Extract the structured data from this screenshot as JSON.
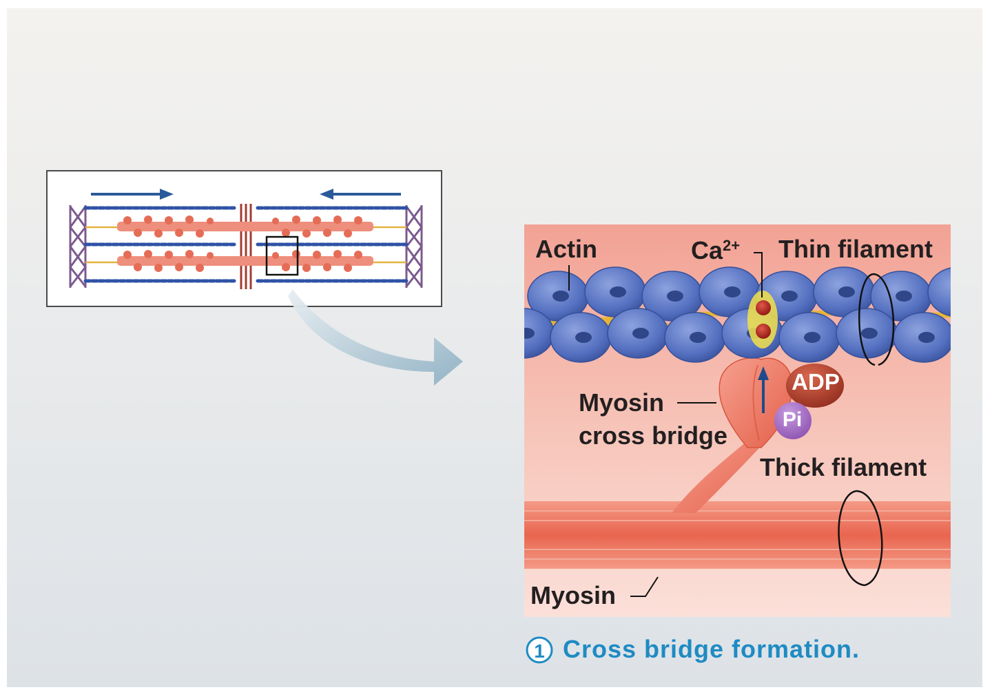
{
  "diagram": {
    "labels": {
      "actin": "Actin",
      "calcium_base": "Ca",
      "calcium_sup": "2+",
      "thin_filament": "Thin filament",
      "adp": "ADP",
      "pi": "Pi",
      "myosin_cross_bridge_line1": "Myosin",
      "myosin_cross_bridge_line2": "cross bridge",
      "thick_filament": "Thick filament",
      "myosin": "Myosin"
    },
    "caption": {
      "step_number": "1",
      "text": "Cross bridge formation."
    },
    "colors": {
      "actin_blue": "#5b77c4",
      "tropomyosin_yellow": "#e6b43a",
      "myosin_salmon": "#ea7a68",
      "caption_blue": "#1e8bc3",
      "adp_red": "#b8402c",
      "pi_purple": "#a36bc3"
    }
  }
}
